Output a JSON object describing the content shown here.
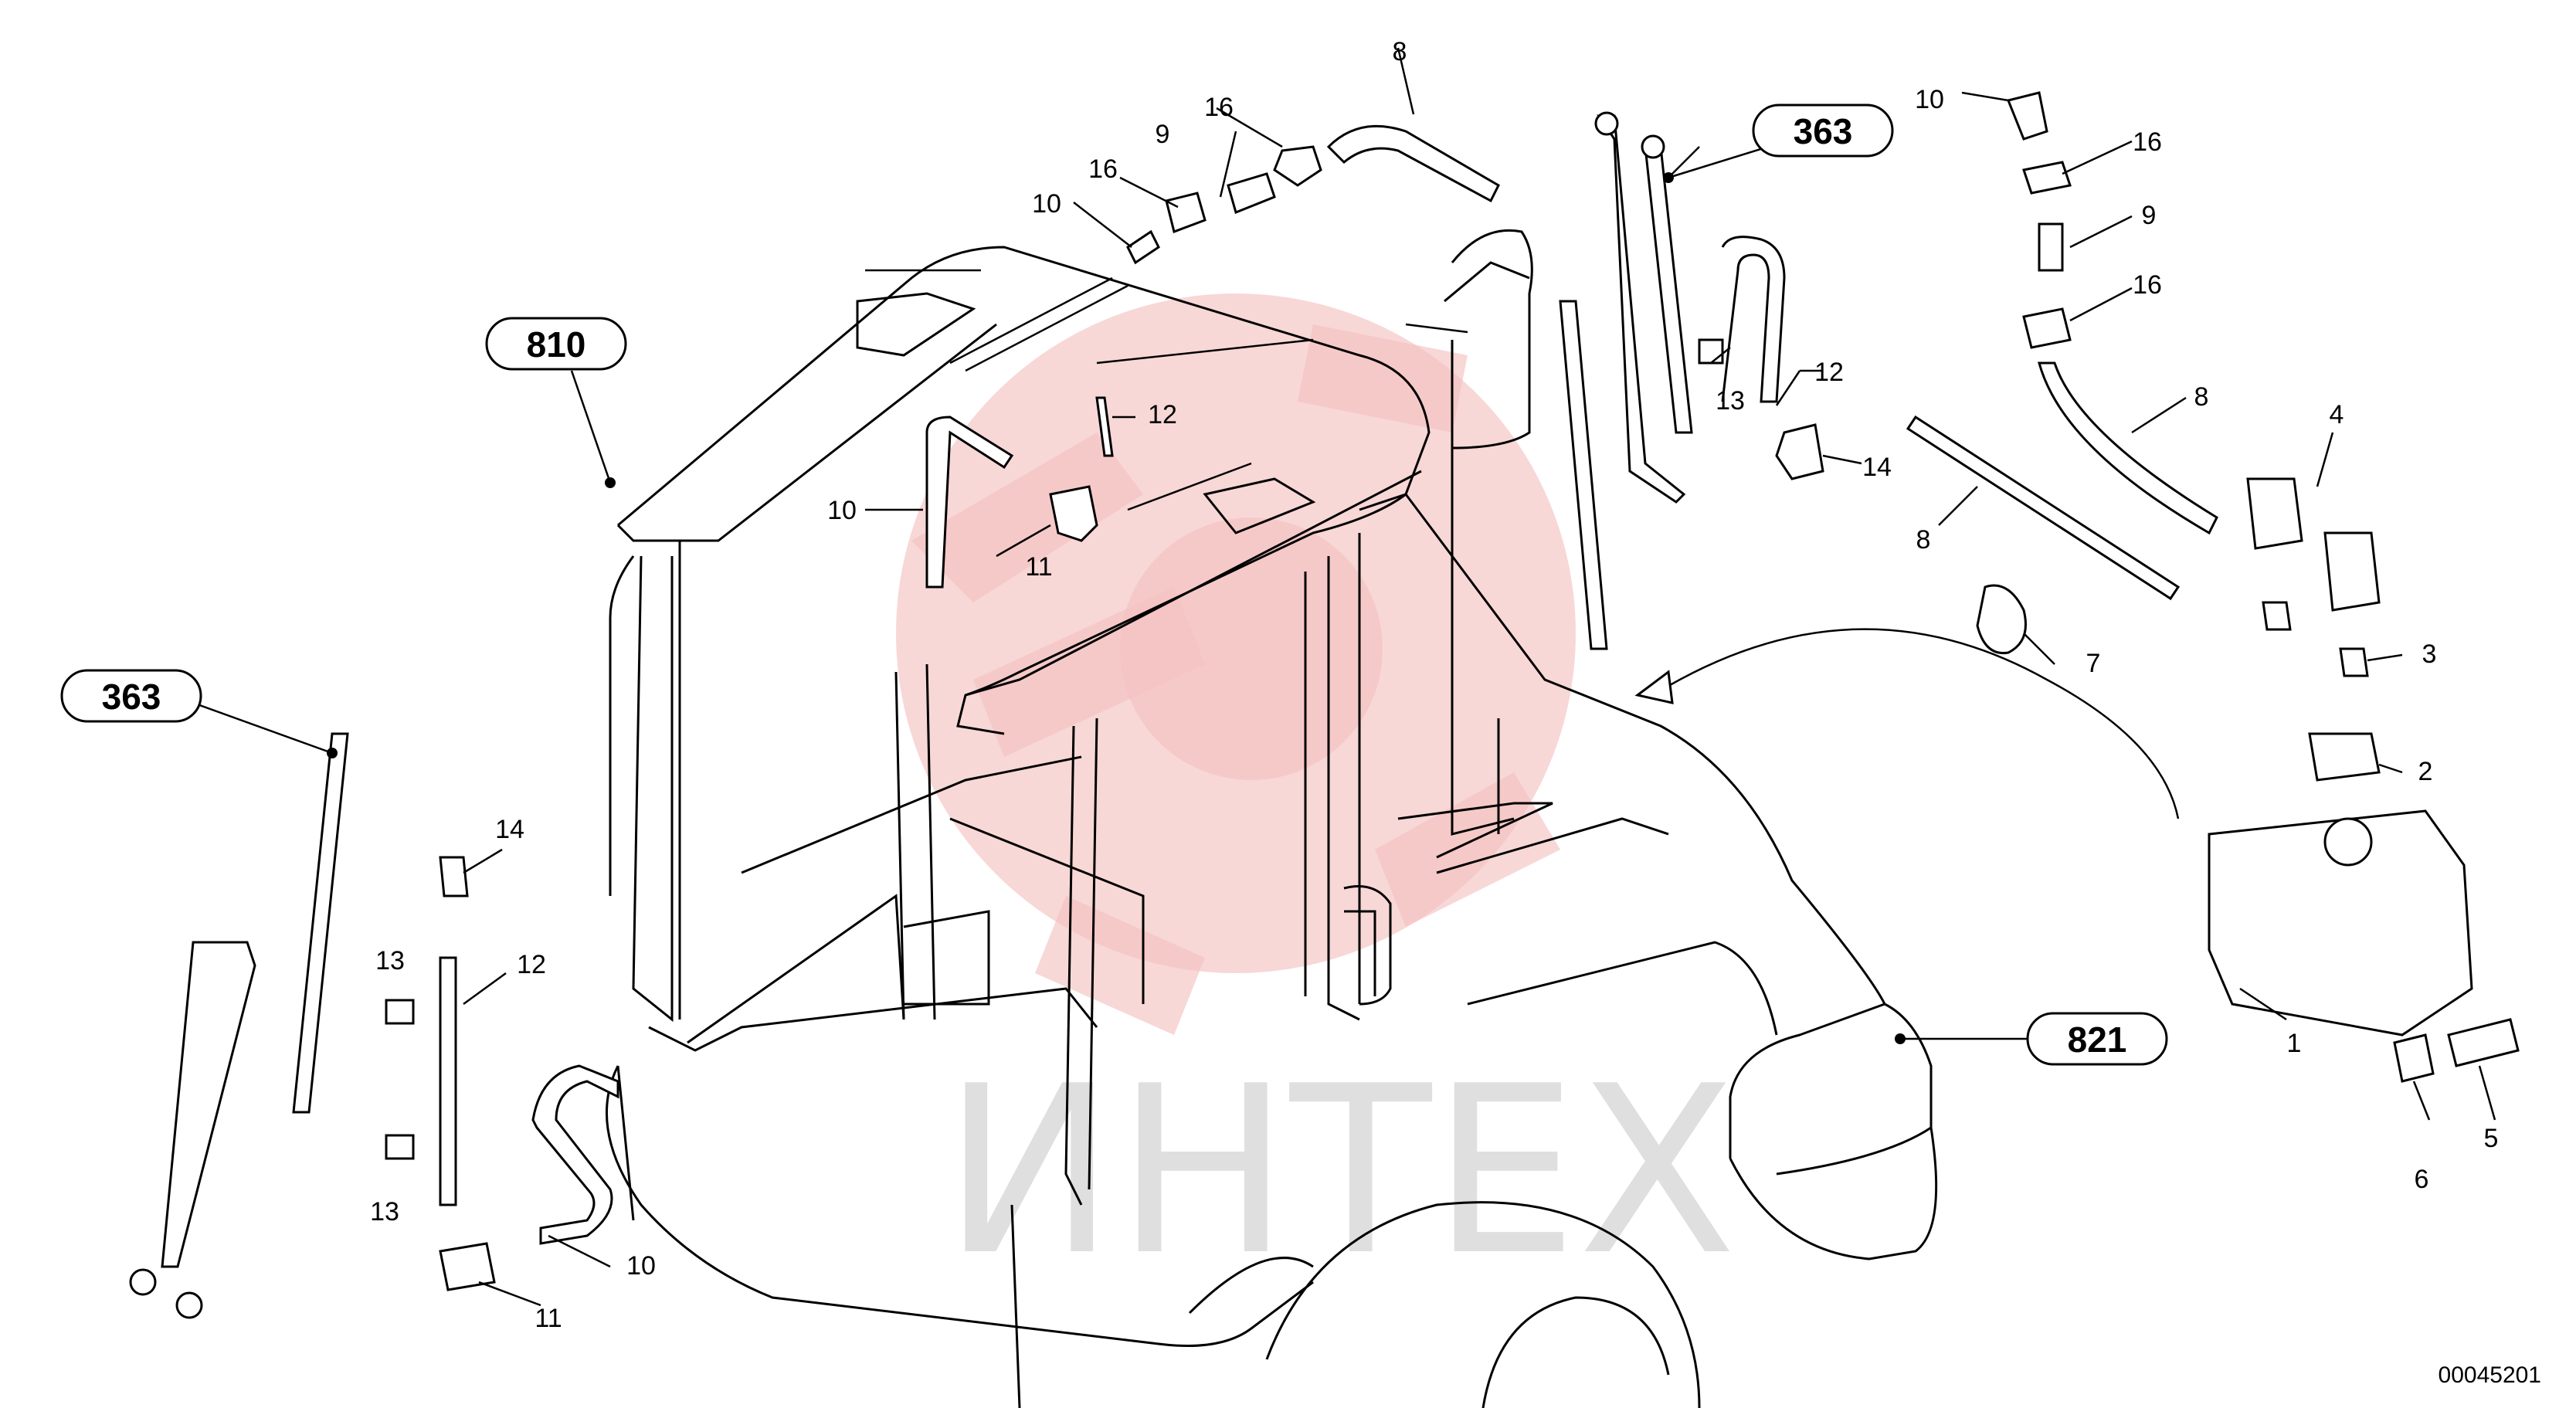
{
  "diagram": {
    "labels": {
      "p1": "1",
      "p2": "2",
      "p3": "3",
      "p4": "4",
      "p5": "5",
      "p6": "6",
      "p7": "7",
      "p8a": "8",
      "p8b": "8",
      "p8c": "8",
      "p9a": "9",
      "p9b": "9",
      "p10a": "10",
      "p10b": "10",
      "p10c": "10",
      "p10d": "10",
      "p11a": "11",
      "p11b": "11",
      "p12a": "12",
      "p12b": "12",
      "p12c": "12",
      "p13a": "13",
      "p13b": "13",
      "p13c": "13",
      "p14a": "14",
      "p14b": "14",
      "p16a": "16",
      "p16b": "16",
      "p16c": "16",
      "p16d": "16"
    },
    "callouts": {
      "c810": "810",
      "c363_top": "363",
      "c363_left": "363",
      "c821": "821"
    },
    "document_id": "00045201"
  },
  "watermark": {
    "text": "ИНТЕХ",
    "color": "#f4c2c2"
  }
}
